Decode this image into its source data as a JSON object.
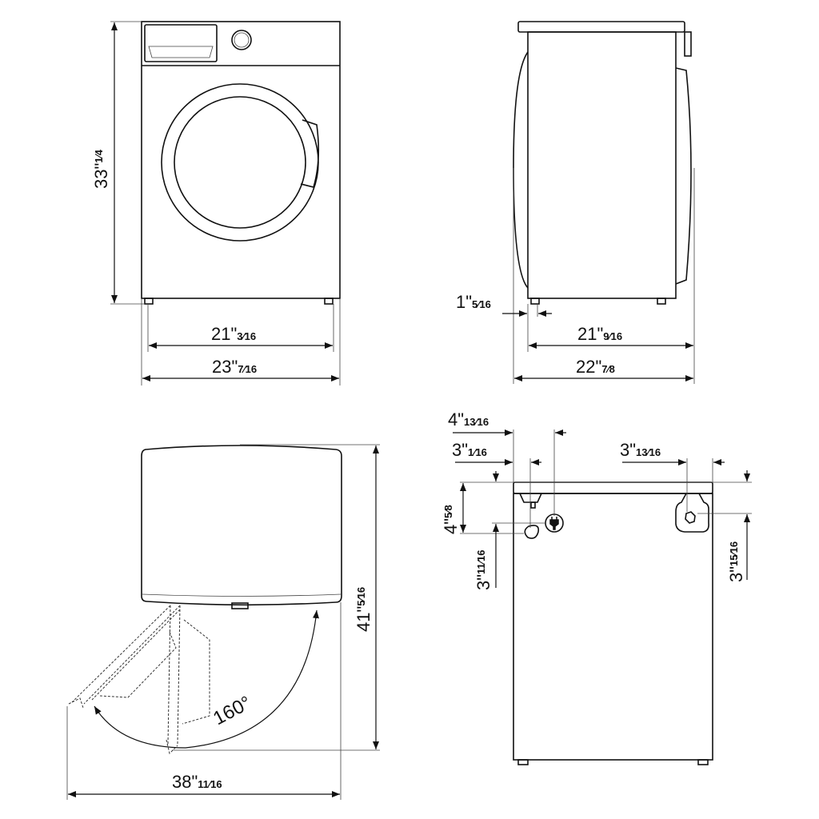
{
  "front_view": {
    "height": {
      "whole": "33\"",
      "frac": "1⁄4"
    },
    "inner_width": {
      "whole": "21\"",
      "frac": "3⁄16"
    },
    "outer_width": {
      "whole": "23\"",
      "frac": "7⁄16"
    }
  },
  "side_view": {
    "foot_offset": {
      "whole": "1\"",
      "frac": "5⁄16"
    },
    "body_depth": {
      "whole": "21\"",
      "frac": "9⁄16"
    },
    "total_depth": {
      "whole": "22\"",
      "frac": "7⁄8"
    }
  },
  "top_view": {
    "depth_door_open": {
      "whole": "41\"",
      "frac": "5⁄16"
    },
    "width_door_open": {
      "whole": "38\"",
      "frac": "11⁄16"
    },
    "door_angle": "160°"
  },
  "rear_view": {
    "plug_offset": {
      "whole": "4\"",
      "frac": "13⁄16"
    },
    "drain_offset": {
      "whole": "3\"",
      "frac": "1⁄16"
    },
    "inlet_offset": {
      "whole": "3\"",
      "frac": "13⁄16"
    },
    "drain_vertical": {
      "whole": "4\"",
      "frac": "5⁄8"
    },
    "drain_height": {
      "whole": "3\"",
      "frac": "11⁄16"
    },
    "inlet_height": {
      "whole": "3\"",
      "frac": "15⁄16"
    }
  }
}
